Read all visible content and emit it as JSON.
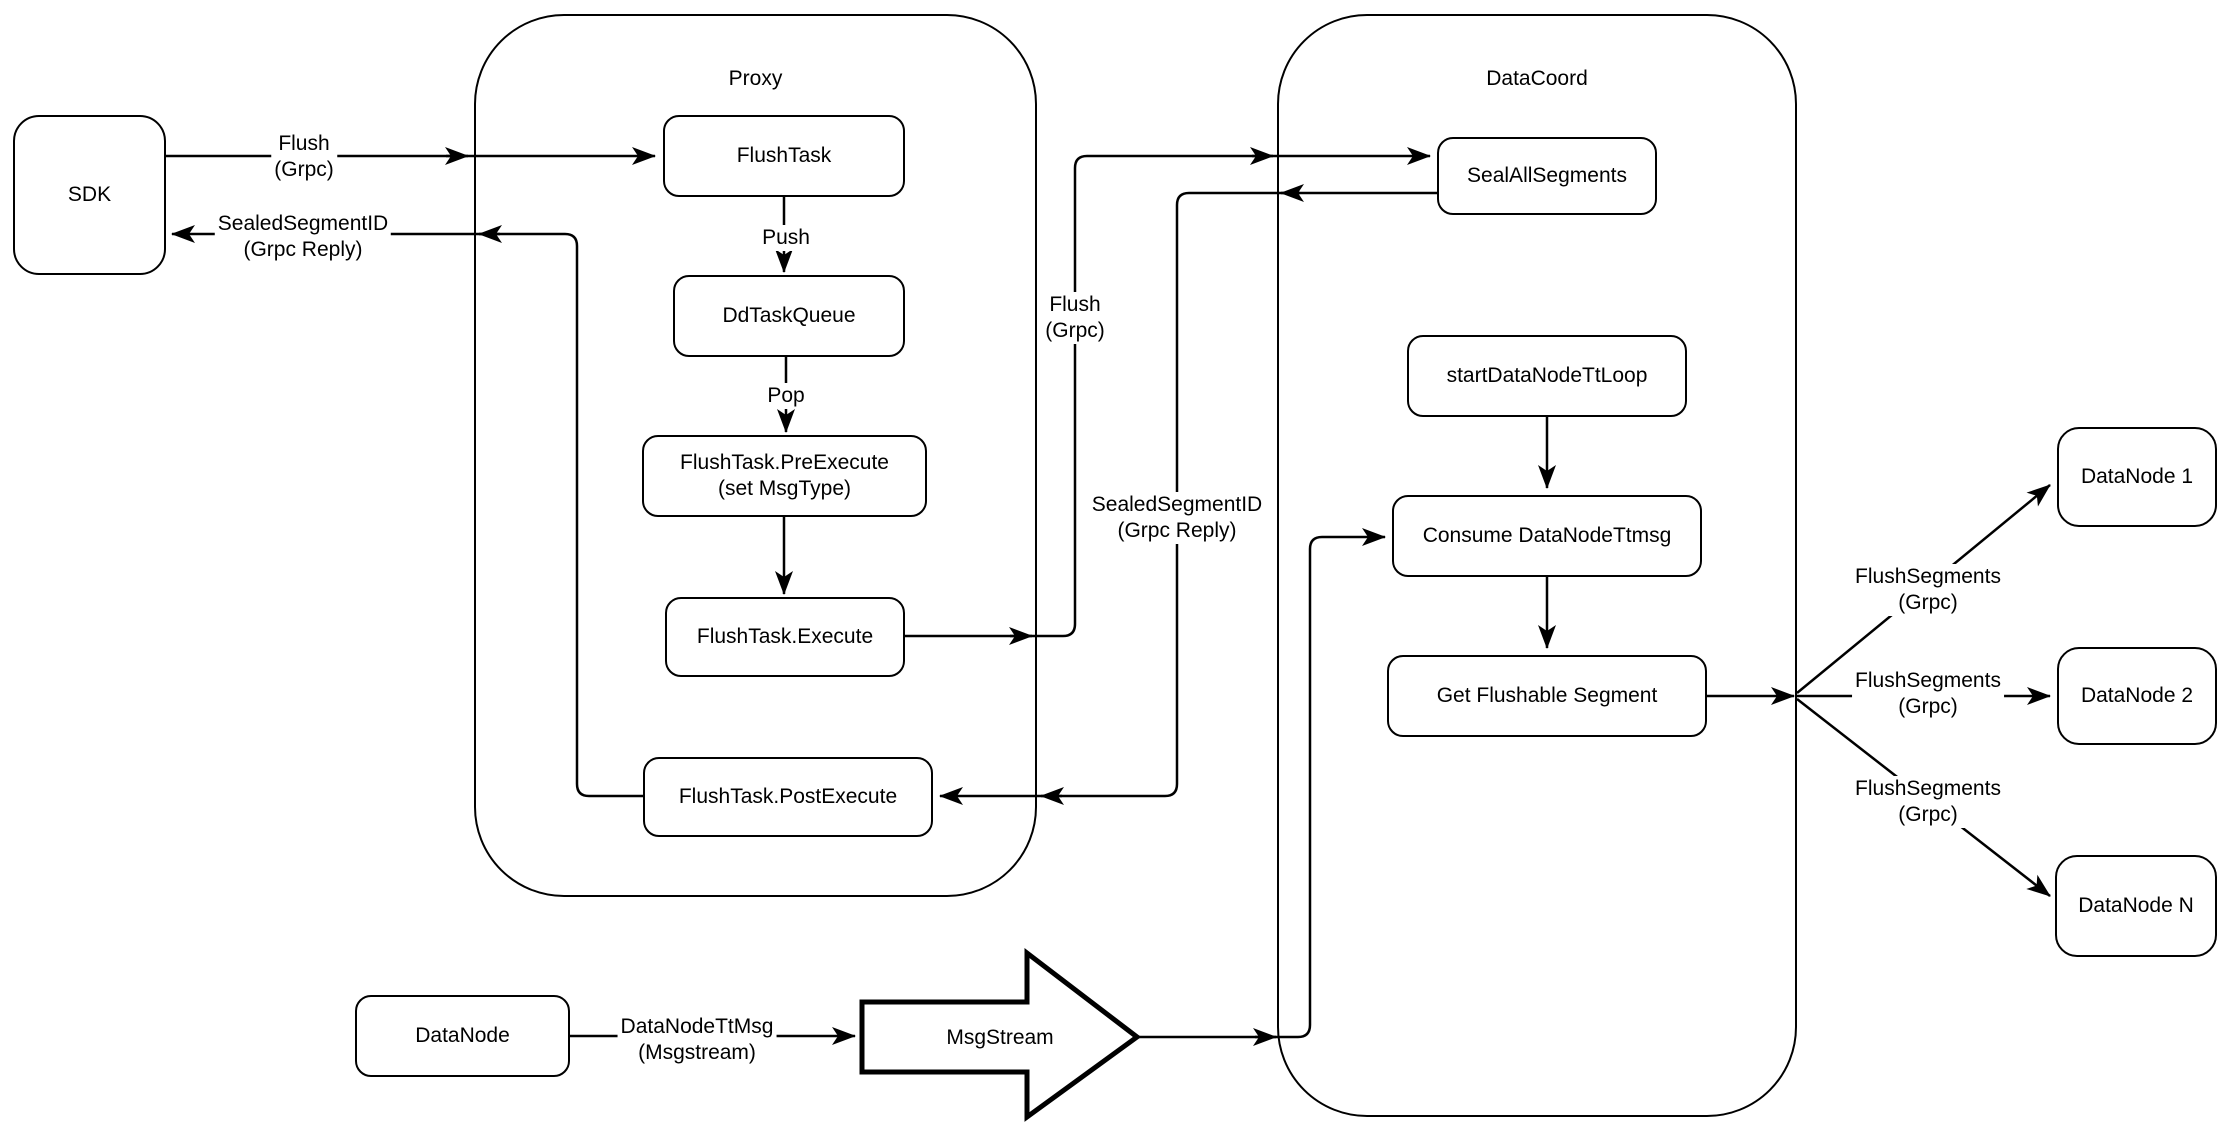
{
  "titles": {
    "proxy": "Proxy",
    "datacoord": "DataCoord"
  },
  "nodes": {
    "sdk": "SDK",
    "flushtask": "FlushTask",
    "ddtaskqueue": "DdTaskQueue",
    "preexecute_line1": "FlushTask.PreExecute",
    "preexecute_line2": "(set MsgType)",
    "execute": "FlushTask.Execute",
    "postexecute": "FlushTask.PostExecute",
    "sealallsegments": "SealAllSegments",
    "startdatanodettloop": "startDataNodeTtLoop",
    "consume_datanodettmsg": "Consume DataNodeTtmsg",
    "get_flushable_segment": "Get Flushable Segment",
    "datanode1": "DataNode 1",
    "datanode2": "DataNode 2",
    "datanoden": "DataNode N",
    "datanode": "DataNode",
    "msgstream": "MsgStream"
  },
  "edge_labels": {
    "flush_sdk_line1": "Flush",
    "flush_sdk_line2": "(Grpc)",
    "sealed_sdk_line1": "SealedSegmentID",
    "sealed_sdk_line2": "(Grpc Reply)",
    "push": "Push",
    "pop": "Pop",
    "flush_mid_line1": "Flush",
    "flush_mid_line2": "(Grpc)",
    "sealed_mid_line1": "SealedSegmentID",
    "sealed_mid_line2": "(Grpc Reply)",
    "flushsegments1_line1": "FlushSegments",
    "flushsegments1_line2": "(Grpc)",
    "flushsegments2_line1": "FlushSegments",
    "flushsegments2_line2": "(Grpc)",
    "flushsegments3_line1": "FlushSegments",
    "flushsegments3_line2": "(Grpc)",
    "datanodettmsg_line1": "DataNodeTtMsg",
    "datanodettmsg_line2": "(Msgstream)"
  },
  "colors": {
    "stroke": "#000000",
    "background": "#ffffff"
  }
}
